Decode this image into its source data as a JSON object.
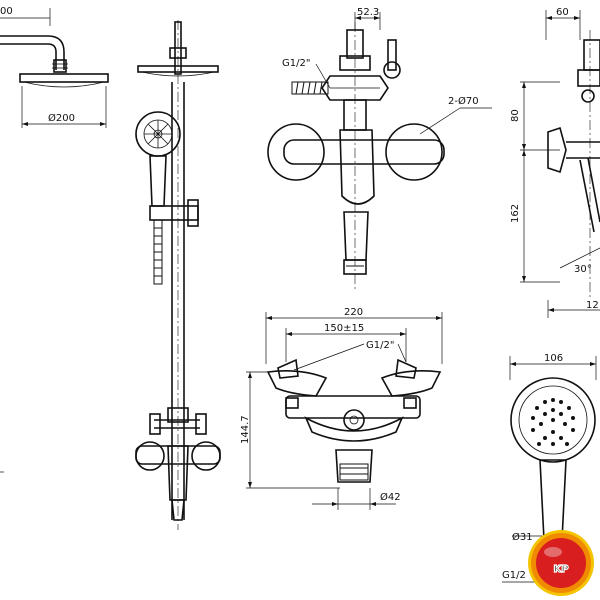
{
  "dimensions": {
    "top_left_partial": "00",
    "shower_head_diameter": "Ø200",
    "wall_mixer_center_width": "52.3",
    "wall_mixer_inlet_thread": "G1/2\"",
    "wall_mixer_flanges": "2-Ø70",
    "side_depth": "60",
    "side_height_upper": "80",
    "side_height_lower": "162",
    "side_angle": "30°",
    "side_bottom_partial": "12",
    "front_total_width": "220",
    "front_center_distance": "150±15",
    "front_inlet_thread": "G1/2\"",
    "front_height": "144.7",
    "front_outlet_diameter": "Ø42",
    "hand_shower_width": "106",
    "hand_shower_handle_diameter": "Ø31",
    "hand_shower_thread_partial": "G1/2"
  },
  "logo": {
    "text": "KP",
    "colors": {
      "ring": "#f4c400",
      "inner": "#d81e1e",
      "letters": "#1c3f9a"
    }
  }
}
